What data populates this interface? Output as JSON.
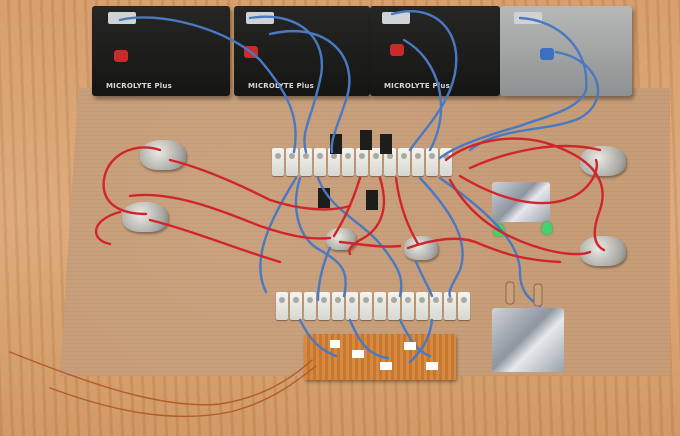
{
  "photo": {
    "subject": "",
    "battery_labels": [
      "MICROLYTE Plus",
      "MICROLYTE Plus",
      "MICROLYTE Plus"
    ]
  },
  "colors": {
    "floor": "#d59b68",
    "board": "#c79d78",
    "wire_blue": "#4a79c4",
    "wire_red": "#d0262b",
    "wire_copper": "#b45b2c",
    "terminal": "#efefea",
    "led": "#3fd36a"
  }
}
